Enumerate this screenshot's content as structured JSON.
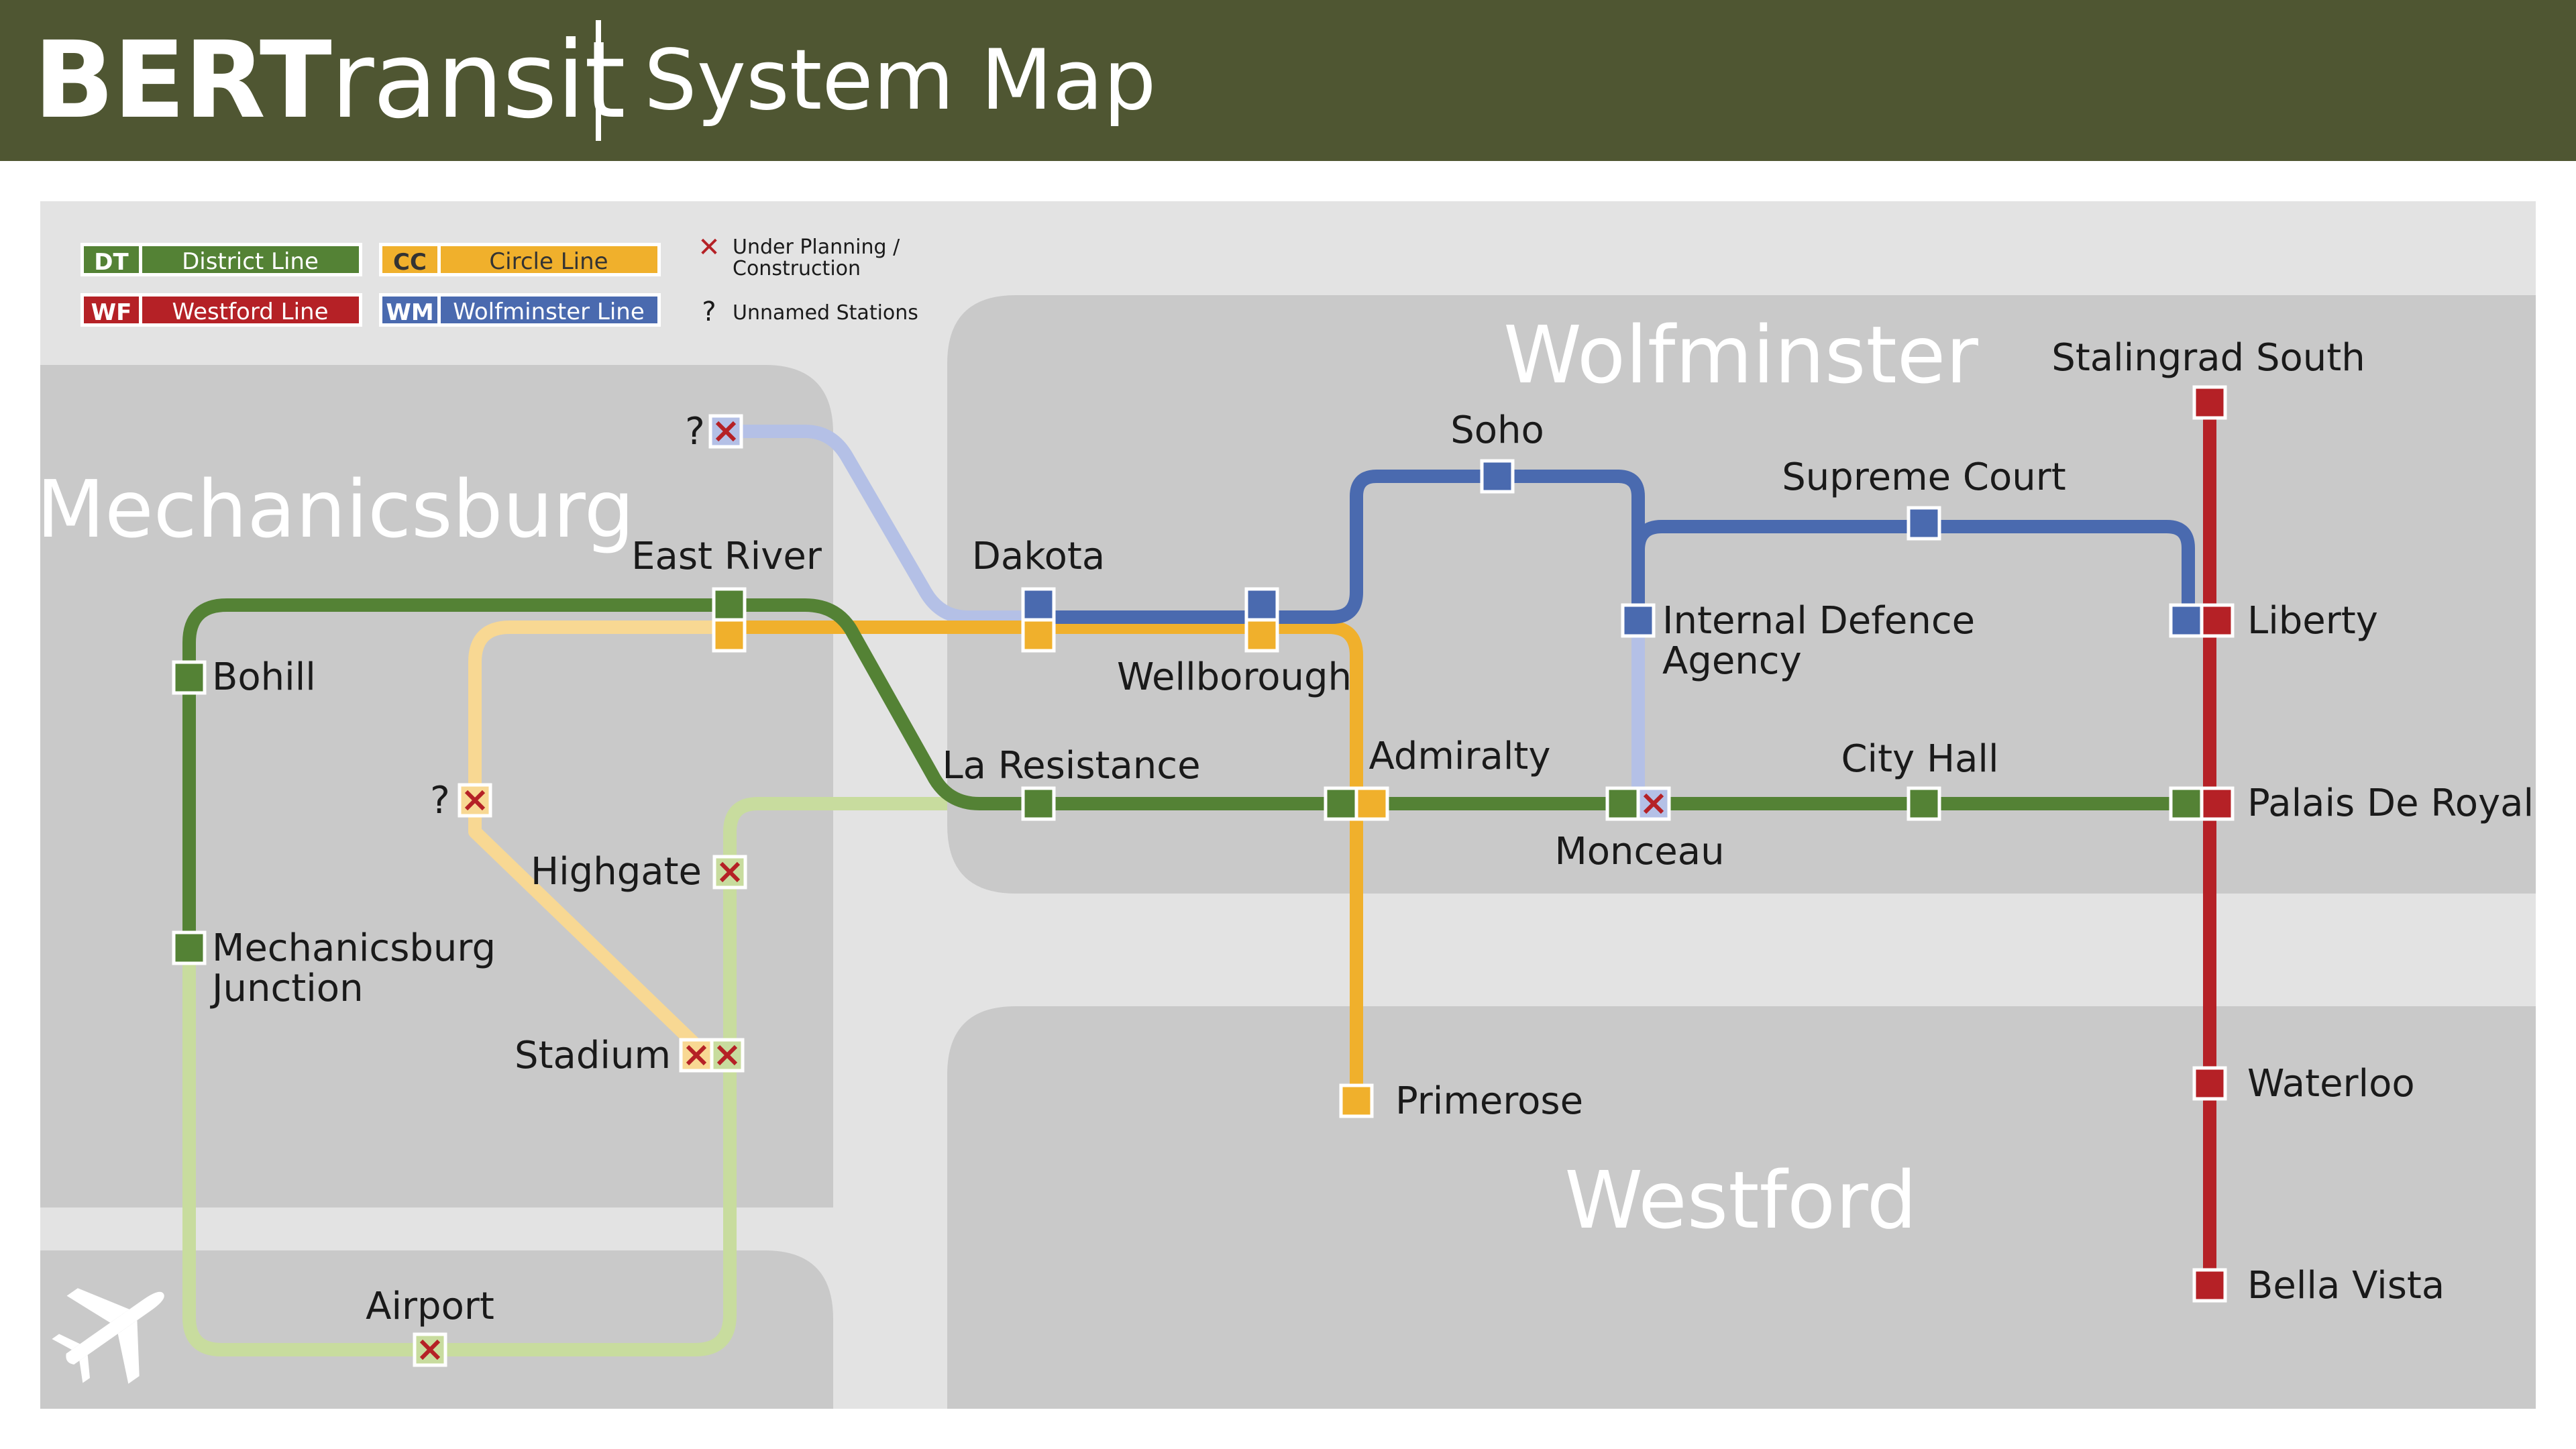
{
  "header": {
    "brand_bold": "BERT",
    "brand_light": "ransit",
    "title": "System Map"
  },
  "legend": {
    "lines": [
      {
        "code": "DT",
        "name": "District Line",
        "color": "#548235",
        "code_color": "#ffffff",
        "name_color": "#ffffff"
      },
      {
        "code": "CC",
        "name": "Circle Line",
        "color": "#f0b02c",
        "code_color": "#333333",
        "name_color": "#333333"
      },
      {
        "code": "WF",
        "name": "Westford Line",
        "color": "#b52126",
        "code_color": "#ffffff",
        "name_color": "#ffffff"
      },
      {
        "code": "WM",
        "name": "Wolfminster Line",
        "color": "#4a6aaf",
        "code_color": "#ffffff",
        "name_color": "#ffffff"
      }
    ],
    "planning_mark": "✕",
    "planning_label_1": "Under Planning /",
    "planning_label_2": "Construction",
    "unnamed_mark": "?",
    "unnamed_label": "Unnamed Stations"
  },
  "districts": {
    "mechanicsburg": "Mechanicsburg",
    "wolfminster": "Wolfminster",
    "westford": "Westford"
  },
  "stations": {
    "east_river": "East River",
    "dakota": "Dakota",
    "wellborough": "Wellborough",
    "soho": "Soho",
    "supreme_court": "Supreme Court",
    "stalingrad_south": "Stalingrad South",
    "internal_defence_1": "Internal Defence",
    "internal_defence_2": "Agency",
    "liberty": "Liberty",
    "bohill": "Bohill",
    "la_resistance": "La Resistance",
    "admiralty": "Admiralty",
    "city_hall": "City Hall",
    "monceau": "Monceau",
    "palais_de_royal": "Palais De Royal",
    "highgate": "Highgate",
    "mechanicsburg_junction_1": "Mechanicsburg",
    "mechanicsburg_junction_2": "Junction",
    "stadium": "Stadium",
    "primerose": "Primerose",
    "waterloo": "Waterloo",
    "bella_vista": "Bella Vista",
    "airport": "Airport",
    "unnamed_a": "?",
    "unnamed_b": "?"
  },
  "icons": {
    "airport": "airplane-icon",
    "planned": "cross-mark-icon"
  },
  "colors": {
    "district": "#548235",
    "district_planned": "#c8dc9e",
    "circle": "#f0b02c",
    "circle_planned": "#f8d893",
    "westford": "#b52126",
    "wolfminster": "#4a6aaf",
    "wolfminster_planned": "#b4c0e6",
    "header_bg": "#4f5632",
    "land": "#c9c9c9",
    "background": "#e3e3e3"
  }
}
